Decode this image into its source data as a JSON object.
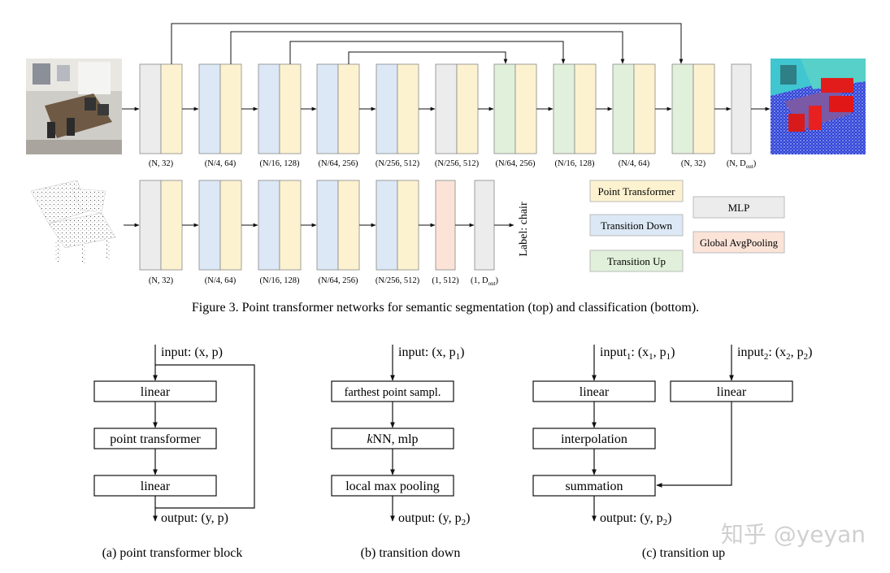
{
  "colors": {
    "gray": "#ececec",
    "blue": "#dce8f5",
    "yellow": "#fdf2d0",
    "green": "#e1f0da",
    "pink": "#fbe3d8",
    "stroke": "#888888",
    "line": "#111111"
  },
  "top_row": {
    "stages": [
      {
        "left": "gray",
        "right": "yellow",
        "label": "(N, 32)"
      },
      {
        "left": "blue",
        "right": "yellow",
        "label": "(N/4, 64)"
      },
      {
        "left": "blue",
        "right": "yellow",
        "label": "(N/16, 128)"
      },
      {
        "left": "blue",
        "right": "yellow",
        "label": "(N/64, 256)"
      },
      {
        "left": "blue",
        "right": "yellow",
        "label": "(N/256, 512)"
      },
      {
        "left": "gray",
        "right": "yellow",
        "label": "(N/256, 512)"
      },
      {
        "left": "green",
        "right": "yellow",
        "label": "(N/64, 256)"
      },
      {
        "left": "green",
        "right": "yellow",
        "label": "(N/16, 128)"
      },
      {
        "left": "green",
        "right": "yellow",
        "label": "(N/4, 64)"
      },
      {
        "left": "green",
        "right": "yellow",
        "label": "(N, 32)"
      },
      {
        "left": "gray",
        "right": null,
        "label": "(N, D",
        "sub": "out",
        "tail": ")"
      }
    ]
  },
  "bottom_row": {
    "stages": [
      {
        "left": "gray",
        "right": "yellow",
        "label": "(N, 32)"
      },
      {
        "left": "blue",
        "right": "yellow",
        "label": "(N/4, 64)"
      },
      {
        "left": "blue",
        "right": "yellow",
        "label": "(N/16, 128)"
      },
      {
        "left": "blue",
        "right": "yellow",
        "label": "(N/64, 256)"
      },
      {
        "left": "blue",
        "right": "yellow",
        "label": "(N/256, 512)"
      },
      {
        "left": "pink",
        "right": null,
        "label": "(1, 512)"
      },
      {
        "left": "gray",
        "right": null,
        "label": "(1, D",
        "sub": "out",
        "tail": ")"
      }
    ],
    "output_label": "Label: chair"
  },
  "legend": {
    "point_transformer": "Point Transformer",
    "transition_down": "Transition Down",
    "transition_up": "Transition Up",
    "mlp": "MLP",
    "global_avgpooling": "Global AvgPooling"
  },
  "figure3_caption": "Figure 3. Point transformer networks for semantic segmentation (top) and classification (bottom).",
  "block_a": {
    "input": "input: (x, p)",
    "box1": "linear",
    "box2": "point transformer",
    "box3": "linear",
    "output": "output: (y, p)",
    "caption": "(a) point transformer block"
  },
  "block_b": {
    "input_pre": "input: (x, p",
    "input_sub": "1",
    "input_post": ")",
    "box1": "farthest point sampl.",
    "box2_italic": "k",
    "box2_rest": "NN, mlp",
    "box3": "local max pooling",
    "output_pre": "output: (y, p",
    "output_sub": "2",
    "output_post": ")",
    "caption": "(b) transition down"
  },
  "block_c": {
    "input1_pre": "input",
    "input1_sub": "1",
    "input1_mid": ": (x",
    "input1_sub2": "1",
    "input1_mid2": ", p",
    "input1_sub3": "1",
    "input1_post": ")",
    "input2_pre": "input",
    "input2_sub": "2",
    "input2_mid": ": (x",
    "input2_sub2": "2",
    "input2_mid2": ", p",
    "input2_sub3": "2",
    "input2_post": ")",
    "box_linear1": "linear",
    "box_linear2": "linear",
    "box_interp": "interpolation",
    "box_sum": "summation",
    "output_pre": "output: (y, p",
    "output_sub": "2",
    "output_post": ")",
    "caption": "(c) transition up"
  },
  "watermark": "知乎 @yeyan"
}
